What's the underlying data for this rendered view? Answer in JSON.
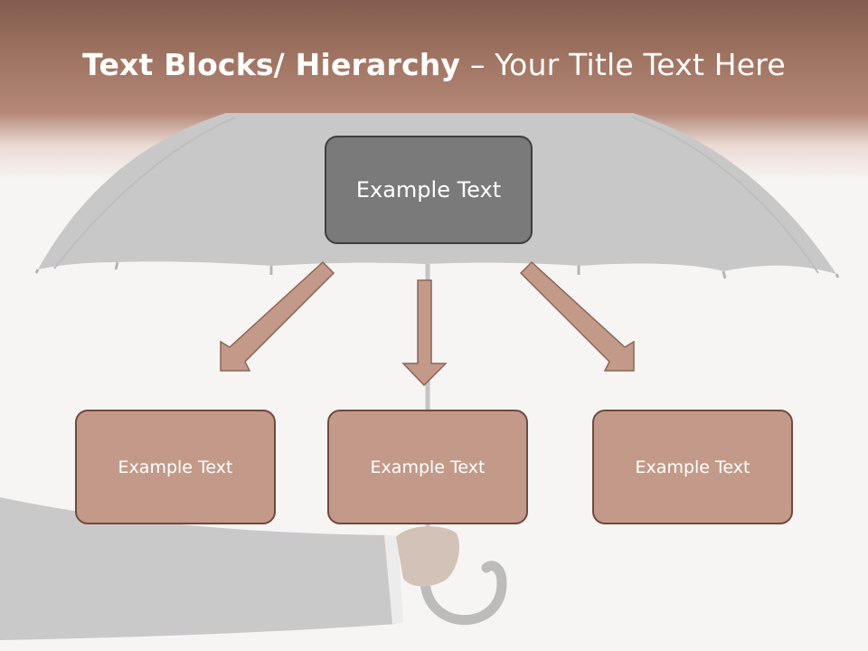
{
  "slide": {
    "title_bold": "Text Blocks/ Hierarchy",
    "title_rest": " – Your Title Text Here"
  },
  "hierarchy": {
    "root": {
      "label": "Example Text"
    },
    "children": [
      {
        "label": "Example Text"
      },
      {
        "label": "Example Text"
      },
      {
        "label": "Example Text"
      }
    ]
  },
  "colors": {
    "header": "#a27664",
    "root_fill": "#7a7a7a",
    "child_fill": "#c39a89",
    "arrow_fill": "#c39a89",
    "umbrella": "#c8c8c8"
  },
  "icons": [
    "umbrella-illustration",
    "hand-holding-umbrella"
  ]
}
